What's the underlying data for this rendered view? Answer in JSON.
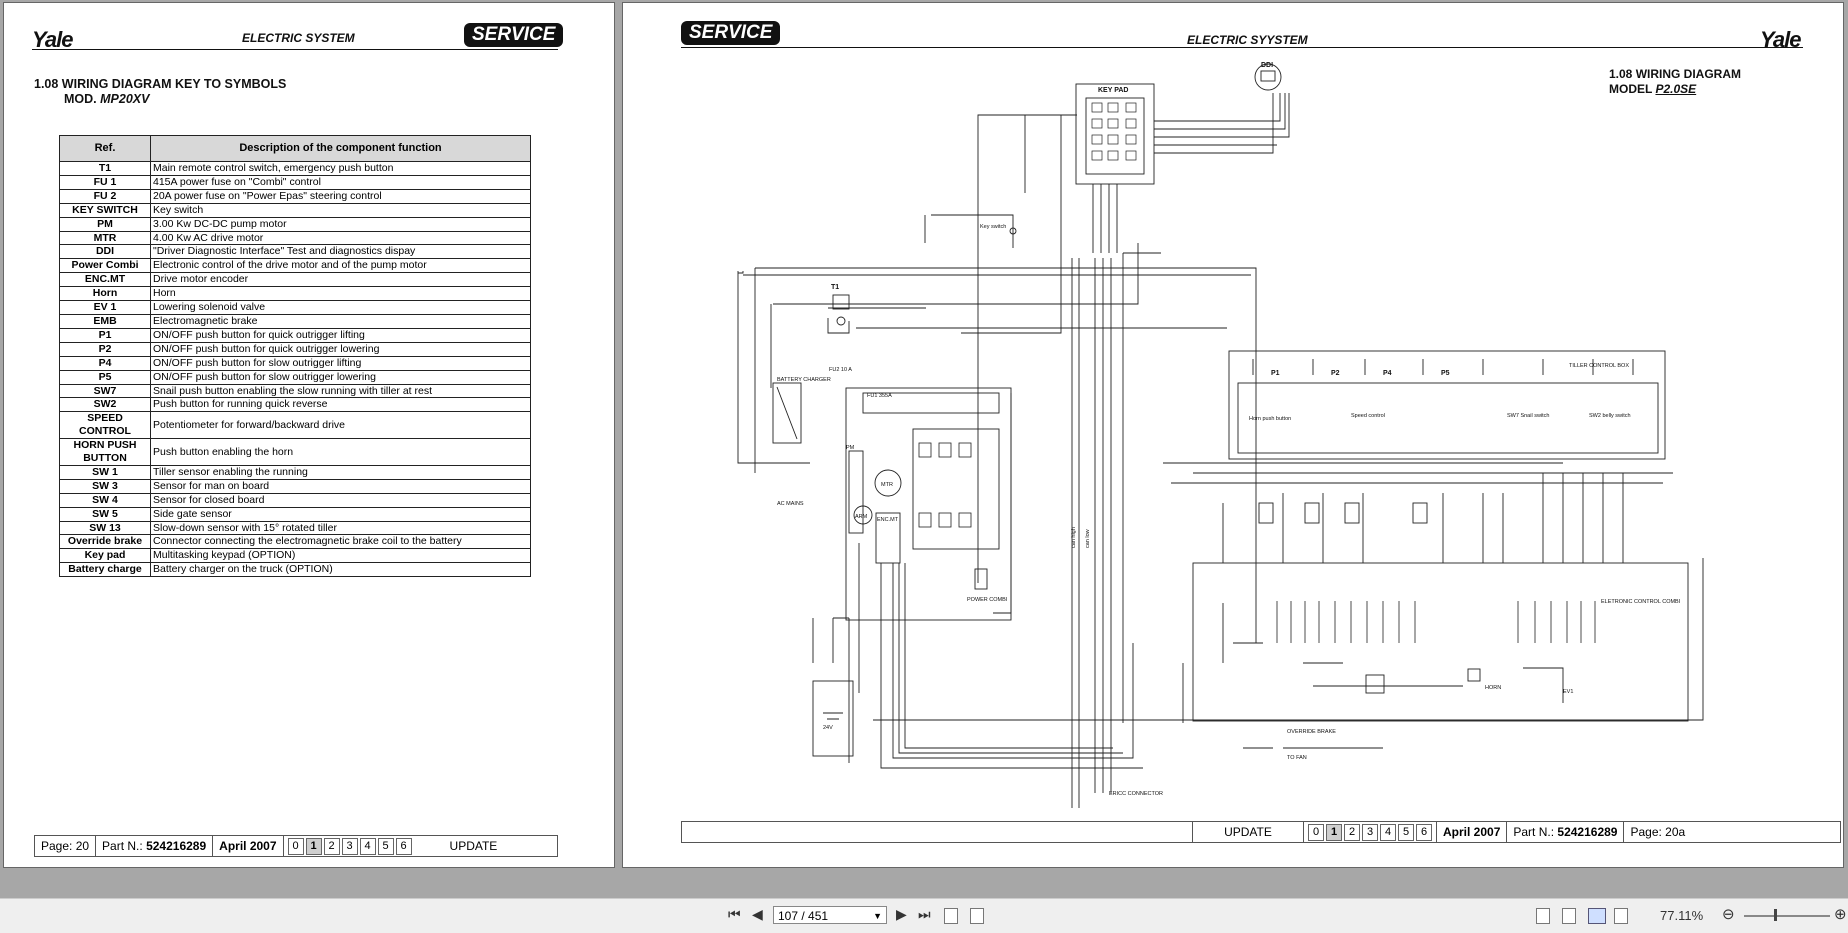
{
  "left_page": {
    "logo": "Yale",
    "header": "ELECTRIC SYSTEM",
    "service_badge": "SERVICE",
    "title_line1": "1.08  WIRING DIAGRAM KEY TO SYMBOLS",
    "title_line2_prefix": "MOD.",
    "title_line2_model": "MP20XV",
    "table_headers": [
      "Ref.",
      "Description of the component function"
    ],
    "table_rows": [
      {
        "ref": "T1",
        "desc": "Main remote control switch, emergency push button"
      },
      {
        "ref": "FU 1",
        "desc": "415A power fuse on \"Combi\" control"
      },
      {
        "ref": "FU 2",
        "desc": "20A power fuse on \"Power Epas\" steering control"
      },
      {
        "ref": "KEY SWITCH",
        "desc": "Key switch"
      },
      {
        "ref": "PM",
        "desc": "3.00 Kw DC-DC pump motor"
      },
      {
        "ref": "MTR",
        "desc": "4.00 Kw AC drive motor"
      },
      {
        "ref": "DDI",
        "desc": "\"Driver Diagnostic Interface\" Test and diagnostics dispay"
      },
      {
        "ref": "Power Combi",
        "desc": "Electronic control of the drive motor and of the pump motor"
      },
      {
        "ref": "ENC.MT",
        "desc": "Drive motor encoder"
      },
      {
        "ref": "Horn",
        "desc": "Horn"
      },
      {
        "ref": "EV 1",
        "desc": "Lowering solenoid valve"
      },
      {
        "ref": "EMB",
        "desc": "Electromagnetic brake"
      },
      {
        "ref": "P1",
        "desc": "ON/OFF push button for quick outrigger lifting"
      },
      {
        "ref": "P2",
        "desc": "ON/OFF push button for quick outrigger lowering"
      },
      {
        "ref": "P4",
        "desc": "ON/OFF push button for slow outrigger lifting"
      },
      {
        "ref": "P5",
        "desc": "ON/OFF push button for slow outrigger lowering"
      },
      {
        "ref": "SW7",
        "desc": "Snail push button enabling the slow running with tiller at rest"
      },
      {
        "ref": "SW2",
        "desc": "Push button for running quick reverse"
      },
      {
        "ref": "SPEED CONTROL",
        "desc": "Potentiometer for forward/backward drive"
      },
      {
        "ref": "HORN PUSH BUTTON",
        "desc": "Push button enabling the horn"
      },
      {
        "ref": "SW 1",
        "desc": "Tiller sensor enabling the running"
      },
      {
        "ref": "SW 3",
        "desc": "Sensor for man on board"
      },
      {
        "ref": "SW 4",
        "desc": "Sensor for closed board"
      },
      {
        "ref": "SW 5",
        "desc": "Side gate sensor"
      },
      {
        "ref": "SW 13",
        "desc": "Slow-down sensor with 15° rotated tiller"
      },
      {
        "ref": "Override brake",
        "desc": "Connector connecting the electromagnetic brake coil to the battery"
      },
      {
        "ref": "Key pad",
        "desc": "Multitasking keypad (OPTION)"
      },
      {
        "ref": "Battery charge",
        "desc": "Battery charger on the truck (OPTION)"
      }
    ],
    "footer": {
      "page": "Page: 20",
      "part_label": "Part N.:",
      "part_no": "524216289",
      "date": "April 2007",
      "update_nums": [
        "0",
        "1",
        "2",
        "3",
        "4",
        "5",
        "6"
      ],
      "update_label": "UPDATE"
    }
  },
  "right_page": {
    "service_badge": "SERVICE",
    "header": "ELECTRIC SYYSTEM",
    "logo": "Yale",
    "title_line1": "1.08 WIRING DIAGRAM",
    "title_line2_prefix": "MODEL",
    "title_line2_model": "P2.0SE",
    "diagram_labels": {
      "keypad": "KEY PAD",
      "ddi": "DDI",
      "key_switch": "Key switch",
      "t1": "T1",
      "battery_charger": "BATTERY CHARGER",
      "ac_mains": "AC MAINS",
      "power_combi": "POWER COMBI",
      "fu2": "FU2 10 A",
      "fu1": "FU1 355A",
      "pm": "PM",
      "mtr": "MTR",
      "arm": "ARM",
      "enc": "ENC.MT",
      "battery": "24V",
      "tiller_box": "TILLER CONTROL BOX",
      "p1": "P1",
      "p2": "P2",
      "p4": "P4",
      "p5": "P5",
      "horn_push": "Horn push button",
      "speed_control": "Speed control",
      "snail_switch": "SW7 Snail switch",
      "belly_switch": "SW2 belly switch",
      "elettronic": "ELETRONIC CONTROL COMBI",
      "can_high": "can high",
      "can_low": "can low",
      "override_brake": "OVERRIDE BRAKE",
      "to_fan": "TO FAN",
      "ericc": "ERICC CONNECTOR",
      "horn": "HORN",
      "ev1": "EV1"
    },
    "footer": {
      "update_label": "UPDATE",
      "update_nums": [
        "0",
        "1",
        "2",
        "3",
        "4",
        "5",
        "6"
      ],
      "date": "April 2007",
      "part_label": "Part N.:",
      "part_no": "524216289",
      "page": "Page: 20a"
    }
  },
  "toolbar": {
    "page_indicator": "107 / 451",
    "zoom": "77.11%"
  }
}
